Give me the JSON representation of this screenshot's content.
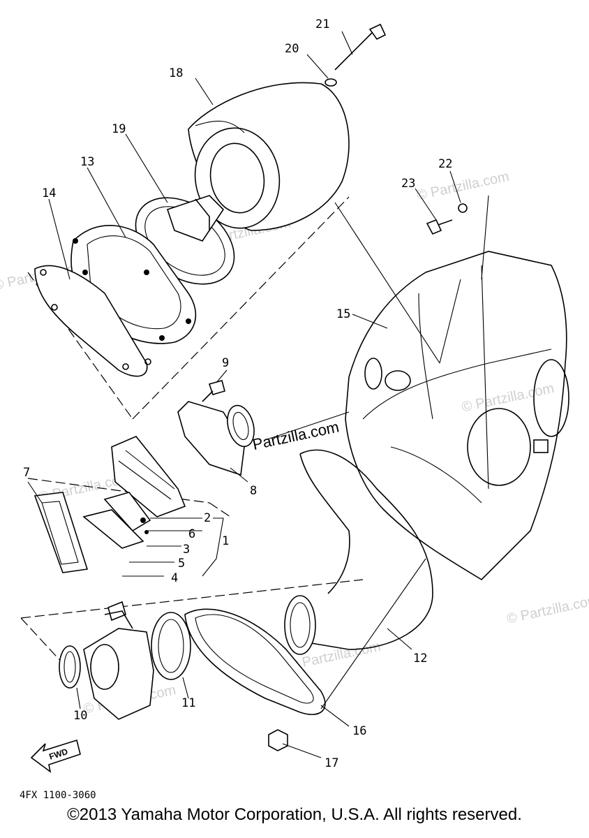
{
  "diagram": {
    "callouts": [
      {
        "id": "1",
        "label": "1"
      },
      {
        "id": "2",
        "label": "2"
      },
      {
        "id": "3",
        "label": "3"
      },
      {
        "id": "4",
        "label": "4"
      },
      {
        "id": "5",
        "label": "5"
      },
      {
        "id": "6",
        "label": "6"
      },
      {
        "id": "7",
        "label": "7"
      },
      {
        "id": "8",
        "label": "8"
      },
      {
        "id": "9",
        "label": "9"
      },
      {
        "id": "10",
        "label": "10"
      },
      {
        "id": "11",
        "label": "11"
      },
      {
        "id": "12",
        "label": "12"
      },
      {
        "id": "13",
        "label": "13"
      },
      {
        "id": "14",
        "label": "14"
      },
      {
        "id": "15",
        "label": "15"
      },
      {
        "id": "16",
        "label": "16"
      },
      {
        "id": "17",
        "label": "17"
      },
      {
        "id": "18",
        "label": "18"
      },
      {
        "id": "19",
        "label": "19"
      },
      {
        "id": "20",
        "label": "20"
      },
      {
        "id": "21",
        "label": "21"
      },
      {
        "id": "22",
        "label": "22"
      },
      {
        "id": "23",
        "label": "23"
      }
    ],
    "fwd_label": "FWD",
    "part_number": "4FX 1100-3060",
    "watermark": "© Partzilla.com",
    "watermark_center": "Partzilla.com",
    "copyright": "©2013 Yamaha Motor Corporation, U.S.A. All rights reserved."
  }
}
